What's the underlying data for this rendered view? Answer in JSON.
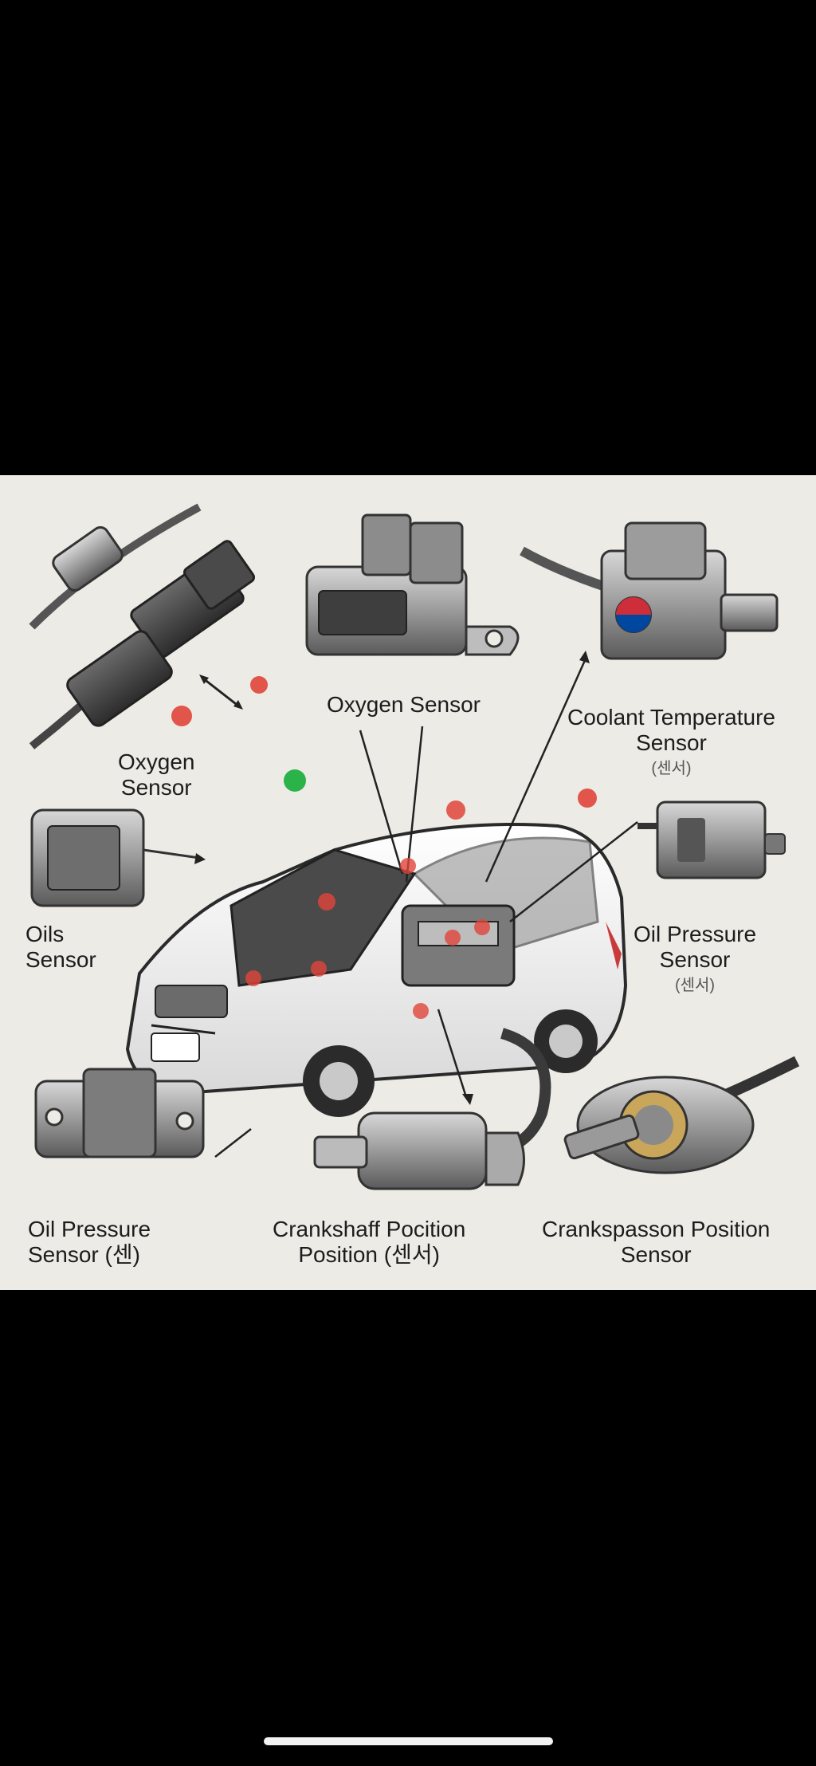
{
  "labels": {
    "oxygen_left_l1": "Oxygen",
    "oxygen_left_l2": "Sensor",
    "oxygen_top": "Oxygen Sensor",
    "coolant_l1": "Coolant Temperature",
    "coolant_l2": "Sensor",
    "coolant_sub": "(센서)",
    "oil_left_l1": "Oils",
    "oil_left_l2": "Sensor",
    "oil_right_l1": "Oil Pressure",
    "oil_right_l2": "Sensor",
    "oil_right_sub": "(센서)",
    "oil_bottom_l1": "Oil Pressure",
    "oil_bottom_l2": "Sensor (센)",
    "crank_mid_l1": "Crankshaff Pocition",
    "crank_mid_l2": "Position (센서)",
    "crank_right_l1": "Crankspasson Position",
    "crank_right_l2": "Sensor"
  },
  "markers": {
    "red": "#e0453a",
    "green": "#2bb34a"
  },
  "colors": {
    "background": "#ecebe6",
    "linework": "#2a2a2a"
  }
}
